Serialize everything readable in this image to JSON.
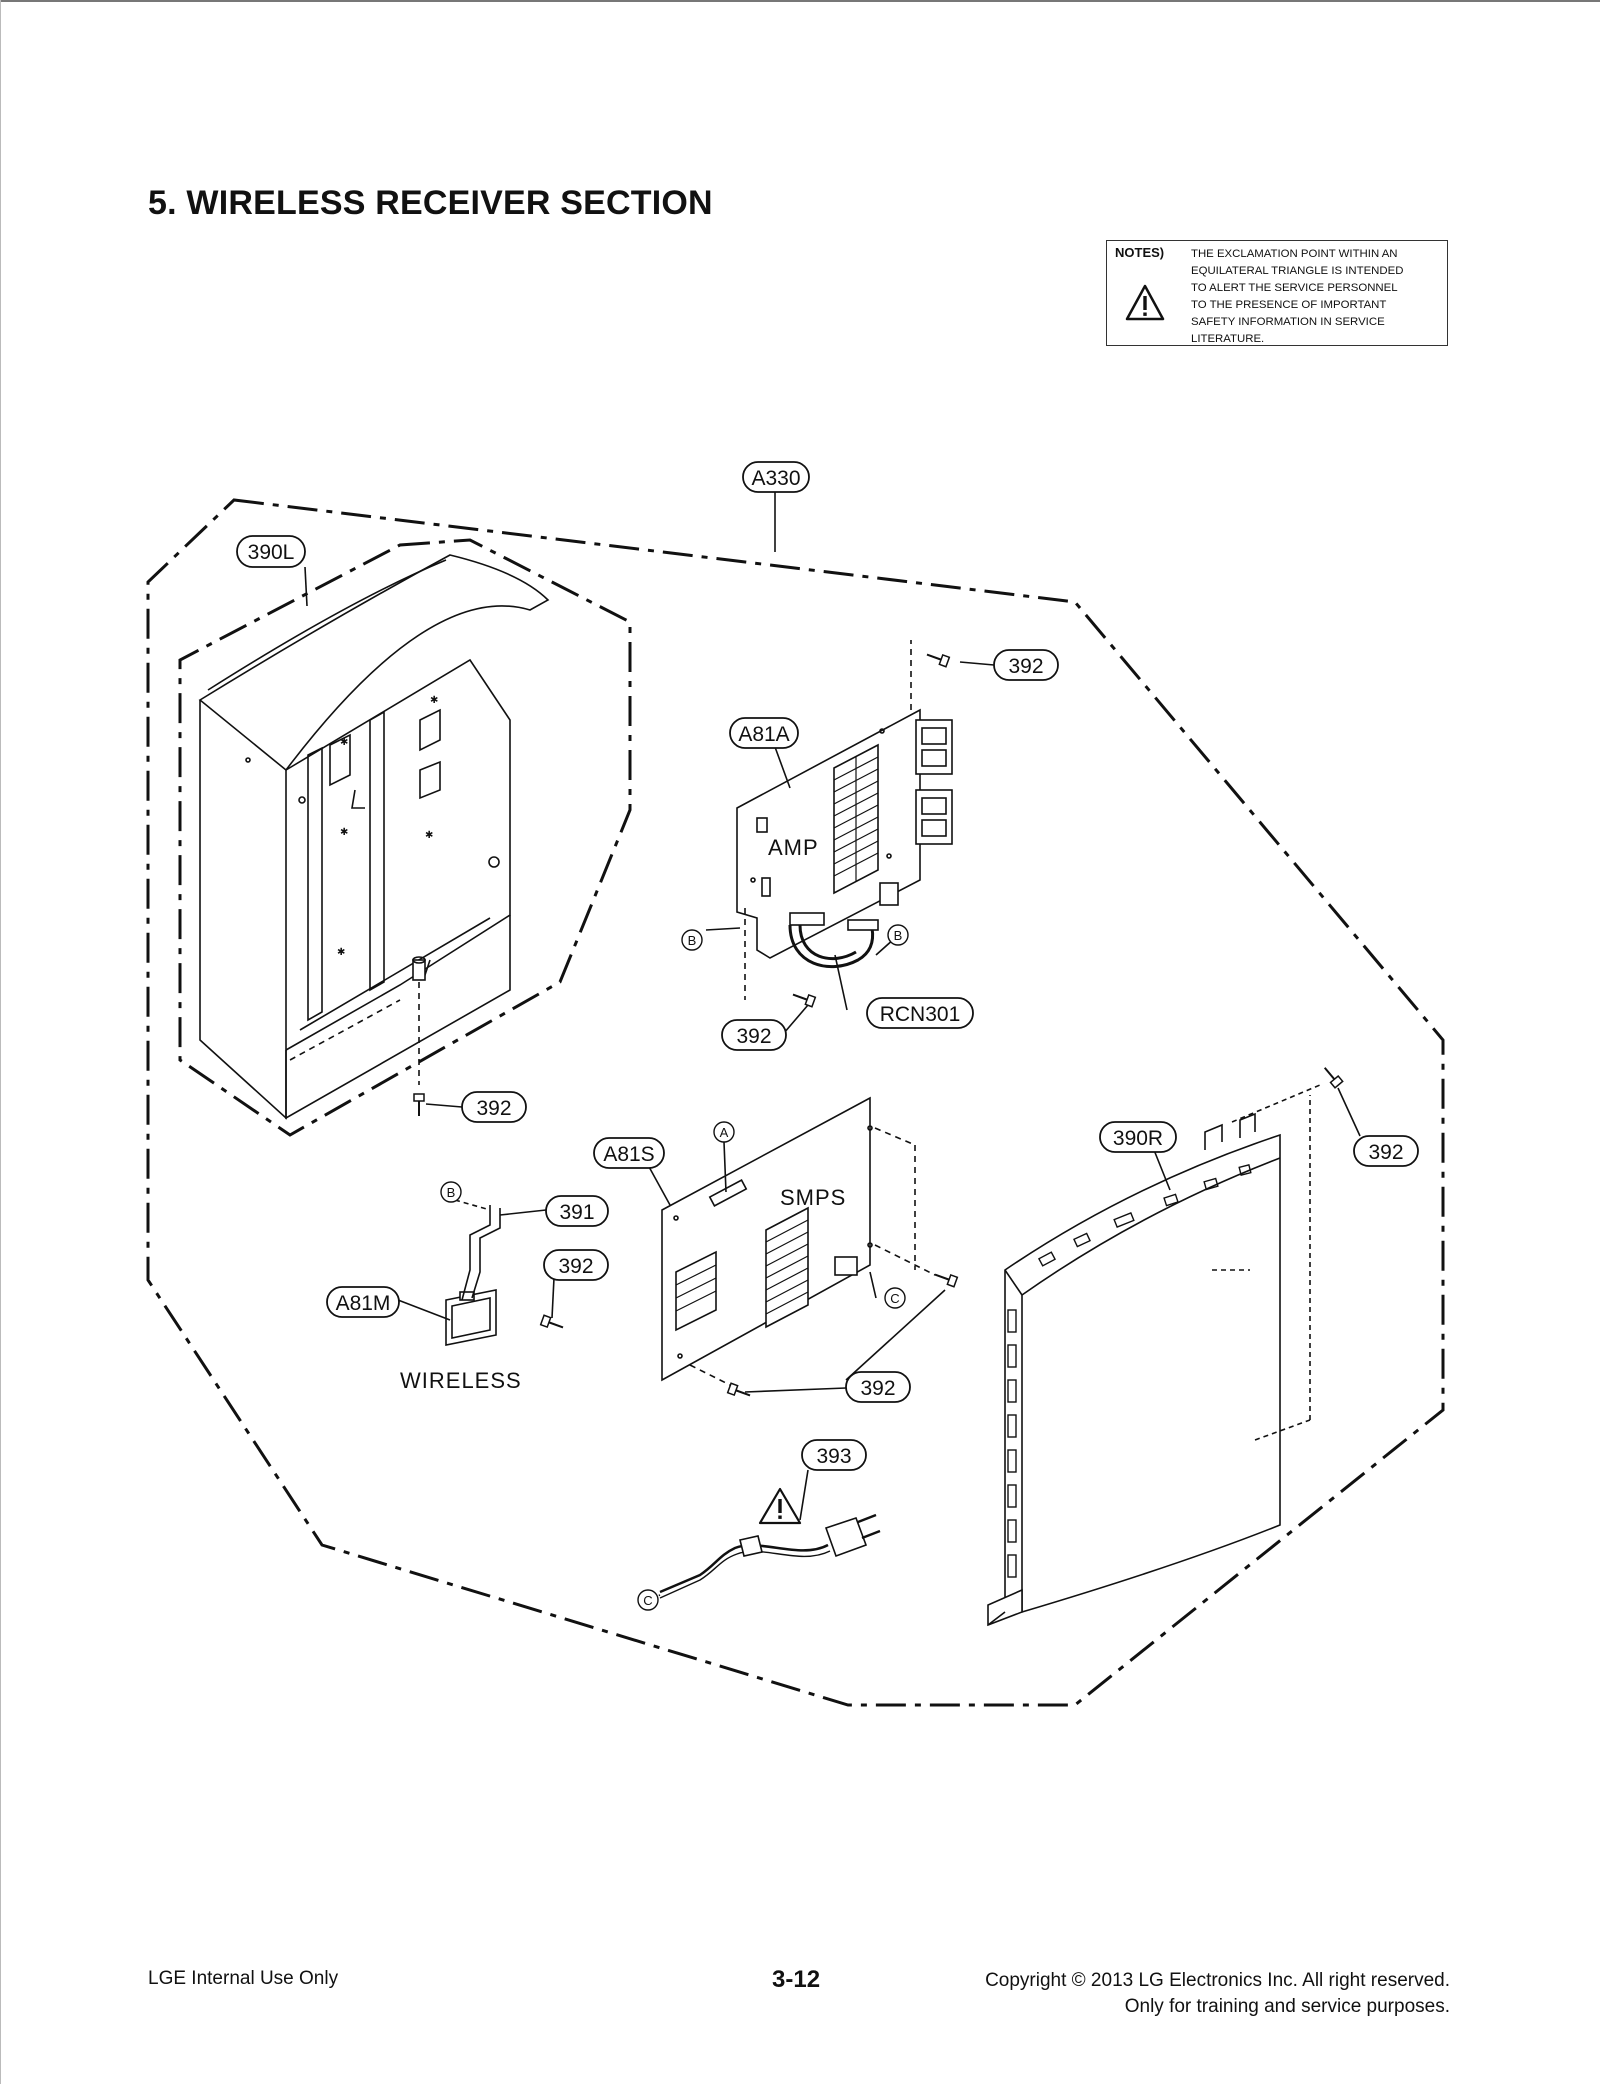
{
  "page": {
    "title": "5. WIRELESS RECEIVER SECTION",
    "page_number": "3-12"
  },
  "notes": {
    "label": "NOTES)",
    "lines": [
      "THE EXCLAMATION POINT WITHIN AN",
      "EQUILATERAL TRIANGLE IS INTENDED",
      "TO ALERT THE SERVICE PERSONNEL",
      "TO THE PRESENCE OF IMPORTANT",
      "SAFETY INFORMATION IN SERVICE",
      "LITERATURE."
    ]
  },
  "diagram": {
    "callouts": {
      "a330": "A330",
      "l390": "390L",
      "a81a": "A81A",
      "rcn301": "RCN301",
      "s392_top": "392",
      "s392_mid": "392",
      "s392_cab": "392",
      "s392_right": "392",
      "a81s": "A81S",
      "c391": "391",
      "s392_wl": "392",
      "a81m": "A81M",
      "s392_smps": "392",
      "r390": "390R",
      "c393": "393"
    },
    "letters": {
      "a": "A",
      "b": "B",
      "c": "C"
    },
    "board_labels": {
      "amp": "AMP",
      "smps": "SMPS",
      "wireless": "WIRELESS"
    },
    "icons": [
      "warning-triangle-icon",
      "screw-icon",
      "power-plug-icon"
    ]
  },
  "footer": {
    "left": "LGE Internal Use Only",
    "right_line1": "Copyright © 2013 LG Electronics Inc. All right reserved.",
    "right_line2": "Only for training and service purposes."
  }
}
